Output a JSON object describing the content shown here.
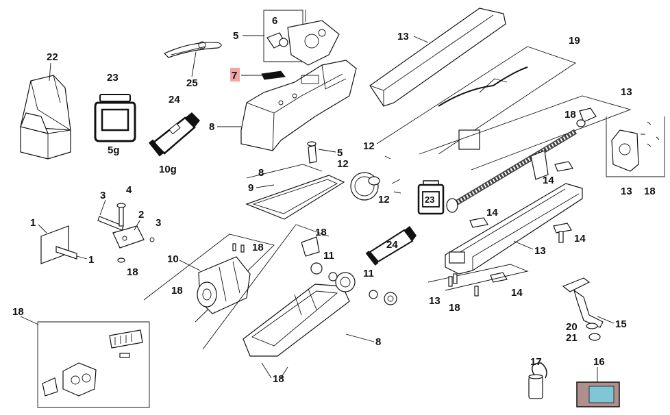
{
  "diagram": {
    "type": "exploded parts diagram",
    "highlight_color": "#f2a5a5",
    "foam_color": "#7fc7d6",
    "parts": {
      "p1": "1",
      "p2": "2",
      "p3": "3",
      "p4": "4",
      "p5": "5",
      "p6": "6",
      "p7": "7",
      "p8": "8",
      "p9": "9",
      "p10": "10",
      "p11": "11",
      "p12": "12",
      "p13": "13",
      "p14": "14",
      "p15": "15",
      "p16": "16",
      "p17": "17",
      "p18": "18",
      "p19": "19",
      "p20": "20",
      "p21": "21",
      "p22": "22",
      "p23": "23",
      "p24": "24",
      "p25": "25"
    },
    "grease_jar_weight": "5g",
    "grease_tube_weight": "10g"
  }
}
